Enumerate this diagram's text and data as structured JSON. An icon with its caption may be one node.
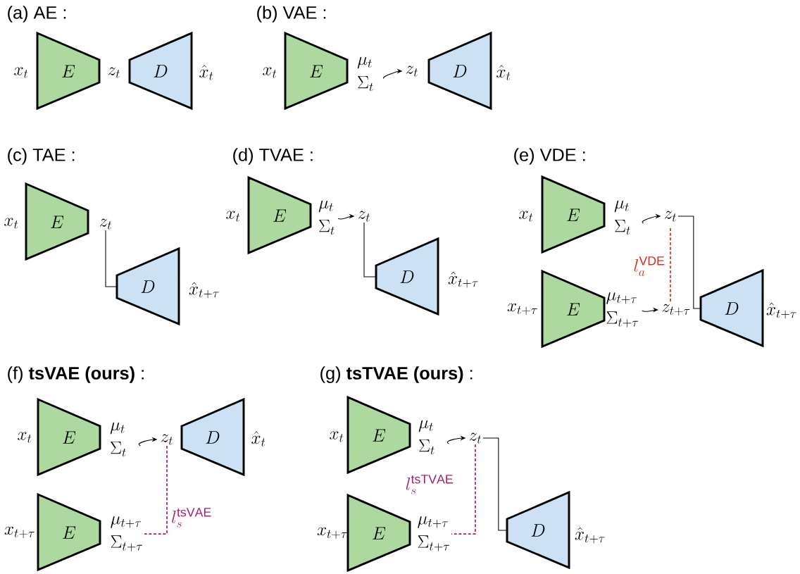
{
  "diagram": {
    "nodes": [
      {
        "text": [
          "E"
        ],
        "beside": [
          "x_t"
        ]
      },
      {
        "text": [
          "D"
        ],
        "beside": [
          "\\hat{x}_t"
        ]
      },
      {
        "text": [
          "E"
        ],
        "beside": [
          "x_t"
        ]
      },
      {
        "text": [
          "\\mu_t",
          "\\Sigma_t"
        ]
      },
      {
        "text": [
          "z_t"
        ]
      },
      {
        "text": [
          "D"
        ],
        "beside": [
          "\\hat{x}_t"
        ]
      },
      {
        "text": [
          "E"
        ],
        "beside": [
          "x_t"
        ]
      },
      {
        "text": [
          "z_t"
        ]
      },
      {
        "text": [
          "D"
        ],
        "beside": [
          "\\hat{x}_{t+\\tau}"
        ]
      },
      {
        "text": [
          "E"
        ],
        "beside": [
          "x_t"
        ]
      },
      {
        "text": [
          "\\mu_t",
          "\\Sigma_t"
        ]
      },
      {
        "text": [
          "z_t"
        ]
      },
      {
        "text": [
          "D"
        ],
        "beside": [
          "\\hat{x}_{t+\\tau}"
        ]
      },
      {
        "text": [
          "E"
        ],
        "beside": [
          "x_t"
        ]
      },
      {
        "text": [
          "\\mu_t",
          "\\Sigma_t"
        ]
      },
      {
        "text": [
          "z_t"
        ]
      },
      {
        "text": [
          "E"
        ],
        "beside": [
          "x_{t+\\tau}"
        ]
      },
      {
        "text": [
          "\\mu_{t+\\tau}",
          "\\Sigma_{t+\\tau}"
        ]
      },
      {
        "text": [
          "z_{t+\\tau}"
        ]
      },
      {
        "text": [
          "D"
        ],
        "beside": [
          "\\hat{x}_{t+\\tau}"
        ]
      },
      {
        "text": [
          "E"
        ],
        "beside": [
          "x_t"
        ]
      },
      {
        "text": [
          "\\mu_t",
          "\\Sigma_t"
        ]
      },
      {
        "text": [
          "z_t"
        ]
      },
      {
        "text": [
          "D"
        ],
        "beside": [
          "\\hat{x}_t"
        ]
      },
      {
        "text": [
          "E"
        ],
        "beside": [
          "x_{t+\\tau}"
        ]
      },
      {
        "text": [
          "\\mu_{t+\\tau}",
          "\\Sigma_{t+\\tau}"
        ]
      },
      {
        "text": [
          "E"
        ],
        "beside": [
          "x_t"
        ]
      },
      {
        "text": [
          "\\mu_t",
          "\\Sigma_t"
        ]
      },
      {
        "text": [
          "z_t"
        ]
      },
      {
        "text": [
          "E"
        ],
        "beside": [
          "x_{t+\\tau}"
        ]
      },
      {
        "text": [
          "\\mu_{t+\\tau}",
          "\\Sigma_{t+\\tau}"
        ]
      },
      {
        "text": [
          "D"
        ],
        "beside": [
          "\\hat{x}_{t+\\tau}"
        ]
      }
    ],
    "edges": [
      {
        "from": 3,
        "to": 4,
        "arrow": "to"
      },
      {
        "from": 7,
        "to": 8,
        "arrow": "none"
      },
      {
        "from": 10,
        "to": 11,
        "arrow": "to"
      },
      {
        "from": 11,
        "to": 12,
        "arrow": "none"
      },
      {
        "from": 14,
        "to": 15,
        "arrow": "to"
      },
      {
        "from": 17,
        "to": 18,
        "arrow": "to"
      },
      {
        "from": 15,
        "to": 19,
        "arrow": "none"
      },
      {
        "from": 15,
        "to": 18,
        "arrow": "none",
        "style": "dashed",
        "color": "#d0301e",
        "label": "l_a^{\\mathrm{VDE}}"
      },
      {
        "from": 21,
        "to": 22,
        "arrow": "to"
      },
      {
        "from": 22,
        "to": 25,
        "arrow": "none",
        "style": "dashed",
        "color": "#a8206e",
        "label": "l_s^{\\mathrm{tsVAE}}"
      },
      {
        "from": 27,
        "to": 28,
        "arrow": "to"
      },
      {
        "from": 28,
        "to": 31,
        "arrow": "none"
      },
      {
        "from": 28,
        "to": 30,
        "arrow": "none",
        "style": "dashed",
        "color": "#a8206e",
        "label": "l_s^{\\mathrm{tsTVAE}}"
      }
    ],
    "labels": [
      "(a) AE :",
      "(b) VAE :",
      "z_t",
      "(c) TAE :",
      "(d) TVAE :",
      "(e) VDE :",
      "(f) **tsVAE (ours)** :",
      "(g) **tsTVAE (ours)** :"
    ]
  }
}
